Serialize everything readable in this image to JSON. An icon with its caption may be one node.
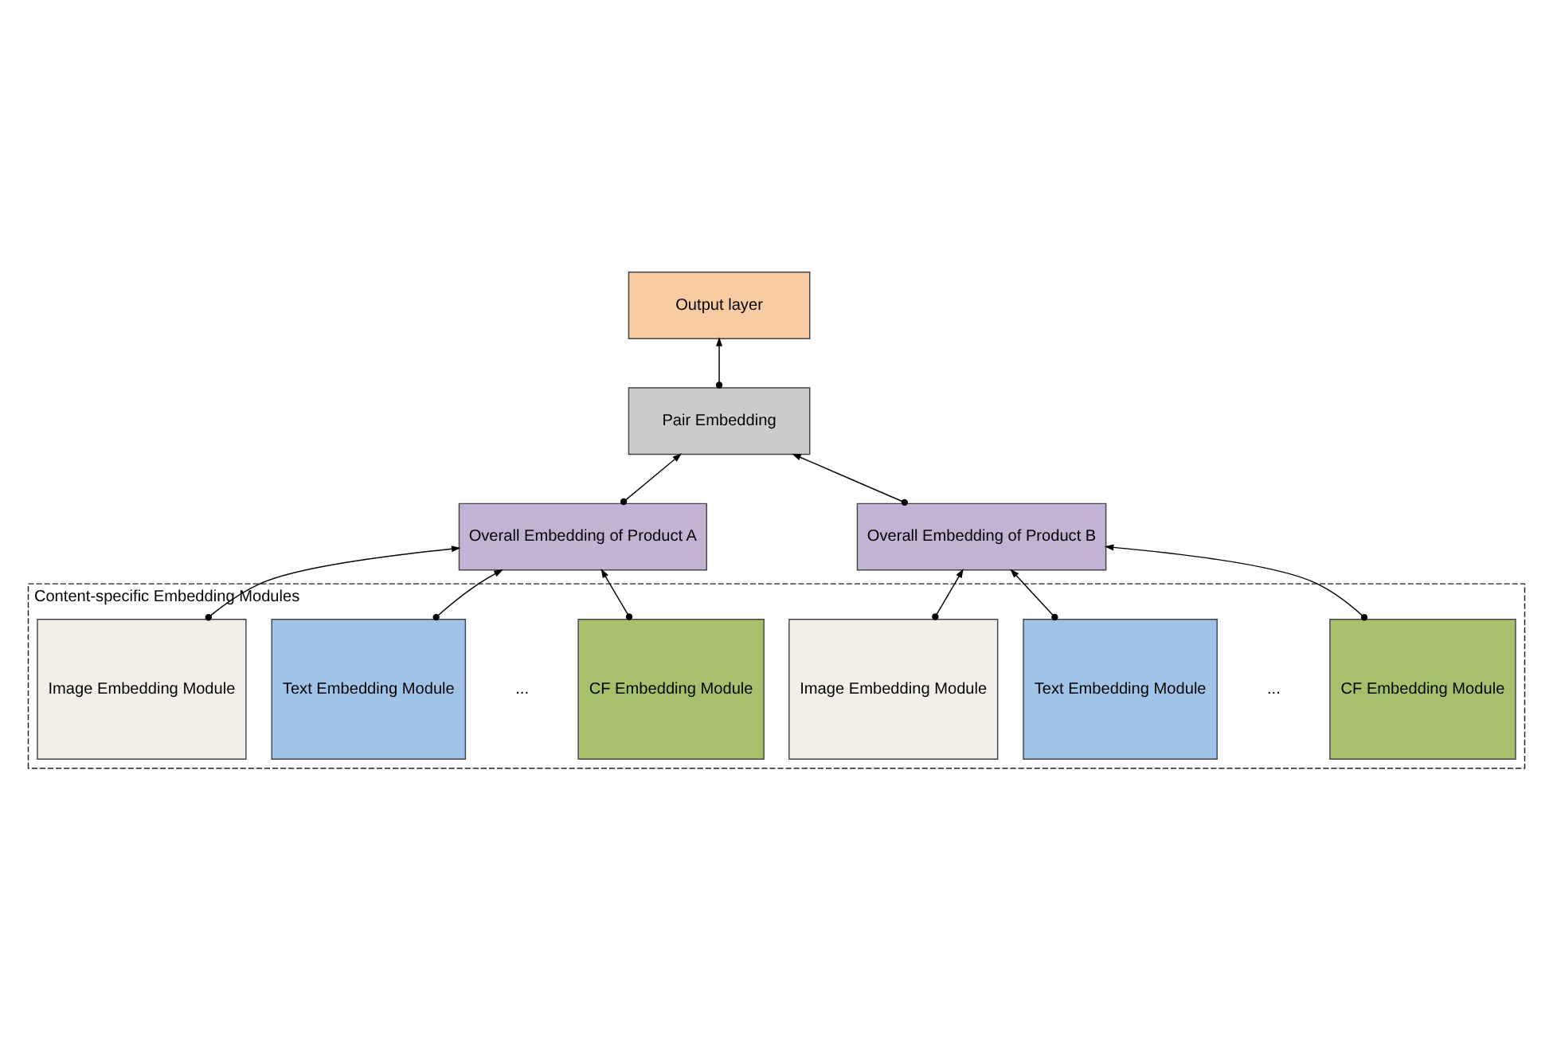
{
  "diagram": {
    "nodes": [
      {
        "text": [
          "Output layer"
        ]
      },
      {
        "text": [
          "Pair Embedding"
        ]
      },
      {
        "text": [
          "Overall Embedding of Product A"
        ]
      },
      {
        "text": [
          "Overall Embedding of Product B"
        ]
      },
      {
        "text": [
          "Content-specific Embedding Modules"
        ]
      },
      {
        "text": [
          "Image Embedding Module"
        ],
        "in": 4
      },
      {
        "text": [
          "Text Embedding Module"
        ],
        "in": 4
      },
      {
        "text": [
          "CF Embedding Module"
        ],
        "in": 4
      },
      {
        "text": [
          "Image Embedding Module"
        ],
        "in": 4
      },
      {
        "text": [
          "Text Embedding Module"
        ],
        "in": 4
      },
      {
        "text": [
          "CF Embedding Module"
        ],
        "in": 4
      }
    ],
    "edges": [
      {
        "from": 1,
        "to": 0,
        "arrow": "to"
      },
      {
        "from": 2,
        "to": 1,
        "arrow": "to"
      },
      {
        "from": 3,
        "to": 1,
        "arrow": "to"
      },
      {
        "from": 5,
        "to": 2,
        "arrow": "to"
      },
      {
        "from": 6,
        "to": 2,
        "arrow": "to"
      },
      {
        "from": 7,
        "to": 2,
        "arrow": "to"
      },
      {
        "from": 8,
        "to": 3,
        "arrow": "to"
      },
      {
        "from": 9,
        "to": 3,
        "arrow": "to"
      },
      {
        "from": 10,
        "to": 3,
        "arrow": "to"
      }
    ],
    "labels": [
      "...",
      "..."
    ]
  }
}
